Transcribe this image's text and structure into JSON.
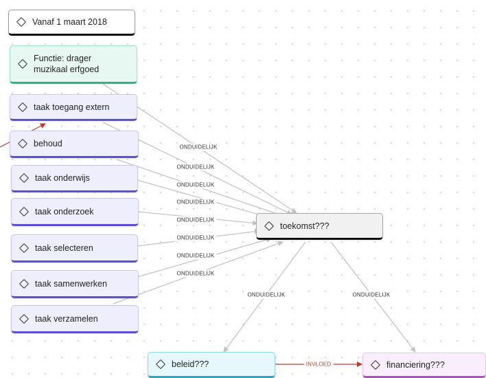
{
  "nodes": {
    "vanaf": "Vanaf 1 maart 2018",
    "functie_line1": "Functie: drager",
    "functie_line2": "muzikaal erfgoed",
    "toegang": "taak toegang extern",
    "behoud": "behoud",
    "onderwijs": "taak onderwijs",
    "onderzoek": "taak onderzoek",
    "selecteren": "taak selecteren",
    "samenwerken": "taak samenwerken",
    "verzamelen": "taak verzamelen",
    "toekomst": "toekomst???",
    "beleid": "beleid???",
    "financiering": "financiering???"
  },
  "edge_labels": {
    "onduidelijk": "ONDUIDELIJK",
    "invloed": "INVLOED"
  },
  "colors": {
    "green": "#2bb38a",
    "purple": "#5a4fd6",
    "cyan": "#22a9c4",
    "pink": "#b050c0",
    "relation_red": "#c0392b"
  },
  "icons": [
    "diamond-icon"
  ]
}
